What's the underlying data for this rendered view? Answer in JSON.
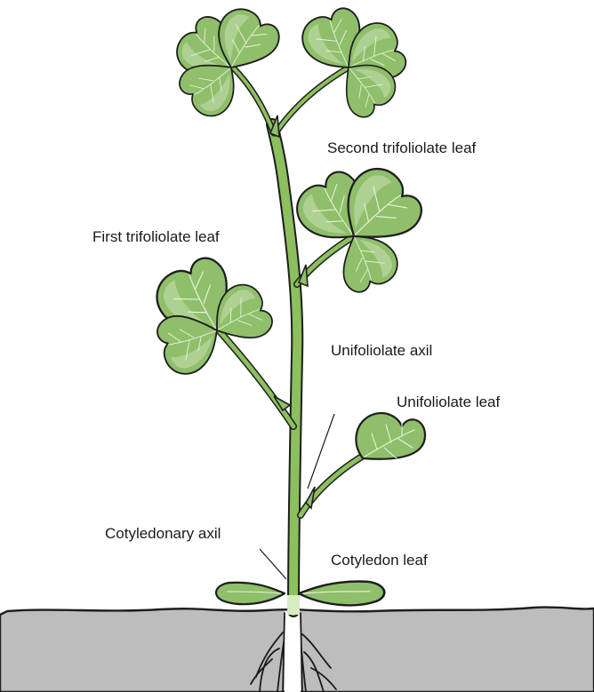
{
  "labels": {
    "second_trifoliolate": "Second trifoliolate leaf",
    "first_trifoliolate": "First trifoliolate leaf",
    "unifoliolate_axil": "Unifoliolate axil",
    "unifoliolate_leaf": "Unifoliolate leaf",
    "cotyledonary_axil": "Cotyledonary axil",
    "cotyledon_leaf": "Cotyledon leaf"
  },
  "colors": {
    "leaf": "#8fbf6a",
    "stem": "#8cbf5e",
    "soil": "#bdbdbd",
    "outline": "#1e1e1e"
  }
}
